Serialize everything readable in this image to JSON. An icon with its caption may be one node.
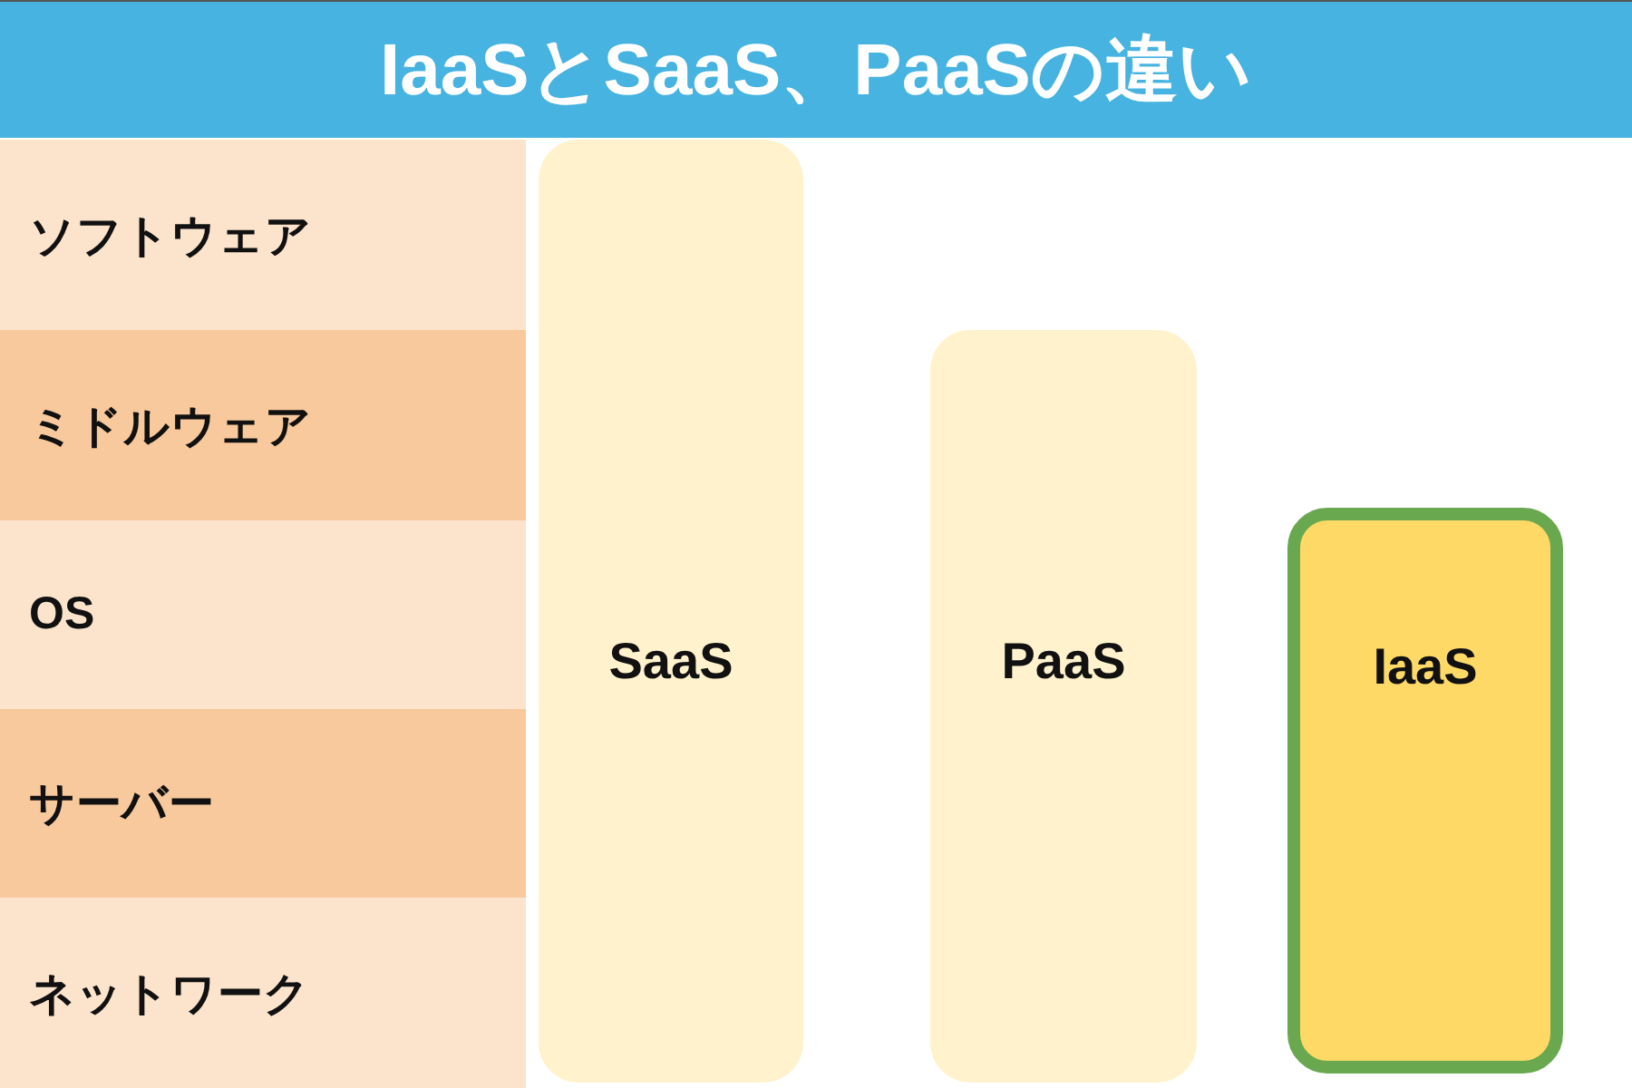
{
  "diagram": {
    "title": "IaaSとSaaS、PaaSの違い",
    "nodes": [
      {
        "text": [
          "ソフトウェア"
        ]
      },
      {
        "text": [
          "ミドルウェア"
        ]
      },
      {
        "text": [
          "OS"
        ]
      },
      {
        "text": [
          "サーバー"
        ]
      },
      {
        "text": [
          "ネットワーク"
        ]
      },
      {
        "text": [
          "SaaS"
        ]
      },
      {
        "text": [
          "PaaS"
        ]
      },
      {
        "text": [
          "IaaS"
        ]
      }
    ],
    "edges": []
  }
}
